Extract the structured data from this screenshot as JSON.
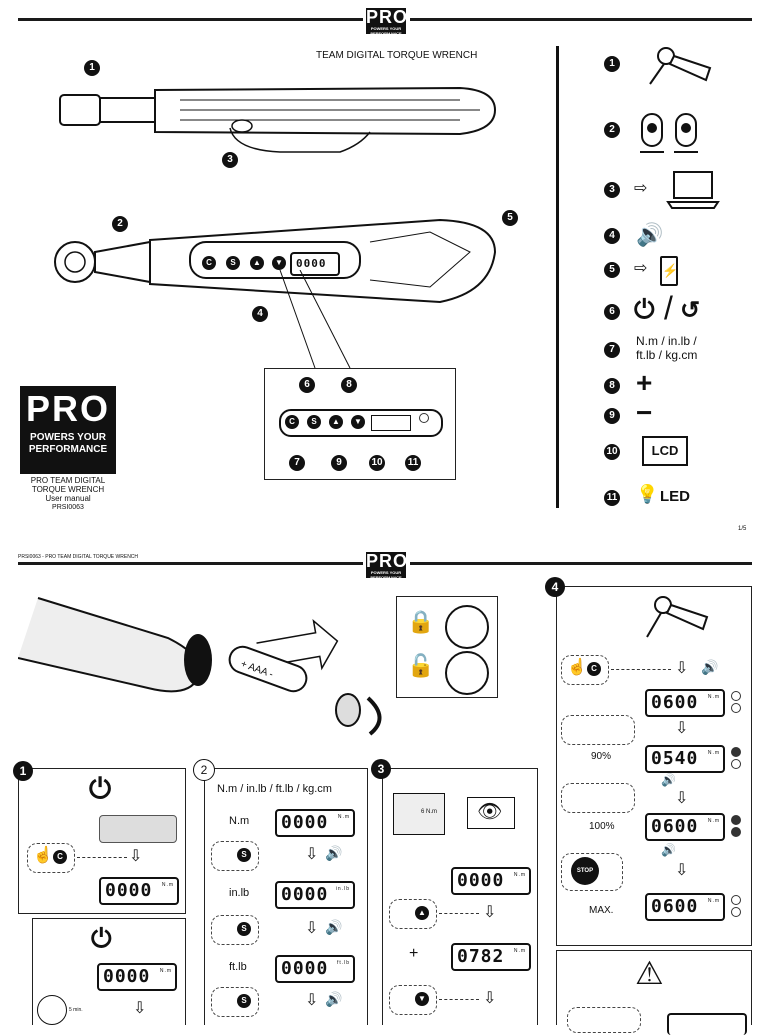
{
  "page1": {
    "logo_text": "PRO",
    "logo_tagline": "POWERS YOUR PERFORMANCE",
    "header_title": "TEAM DIGITAL TORQUE WRENCH",
    "manual_logo_tag1": "POWERS YOUR",
    "manual_logo_tag2": "PERFORMANCE",
    "manual_title_1": "PRO TEAM DIGITAL",
    "manual_title_2": "TORQUE WRENCH",
    "manual_sub": "User manual",
    "manual_code": "PRSI0063",
    "page_num": "1/5",
    "callouts": [
      "1",
      "2",
      "3",
      "4",
      "5",
      "6",
      "7",
      "8",
      "9",
      "10",
      "11"
    ],
    "legend": {
      "units": "N.m / in.lb /",
      "units2": "ft.lb / kg.cm",
      "lcd": "LCD",
      "led": "LED",
      "plus": "+",
      "minus": "−",
      "slash": "/"
    },
    "lcd_readout": "0000"
  },
  "page2": {
    "header_left": "PRSI0063 - PRO TEAM DIGITAL TORQUE WRENCH",
    "battery_label": "+ AAA -",
    "step2_title": "N.m / in.lb / ft.lb / kg.cm",
    "unit_nm": "N.m",
    "unit_inlb": "in.lb",
    "unit_ftlb": "ft.lb",
    "lcd_0000": "0000",
    "lcd_0600": "0600",
    "lcd_0540": "0540",
    "lcd_0782": "0782",
    "pct_90": "90%",
    "pct_100": "100%",
    "max": "MAX.",
    "plus": "+",
    "stop": "STOP",
    "five_min": "5 min.",
    "six_nm": "6 N.m",
    "btn_c": "C",
    "btn_s": "S",
    "steps": [
      "1",
      "2",
      "3",
      "4"
    ]
  }
}
